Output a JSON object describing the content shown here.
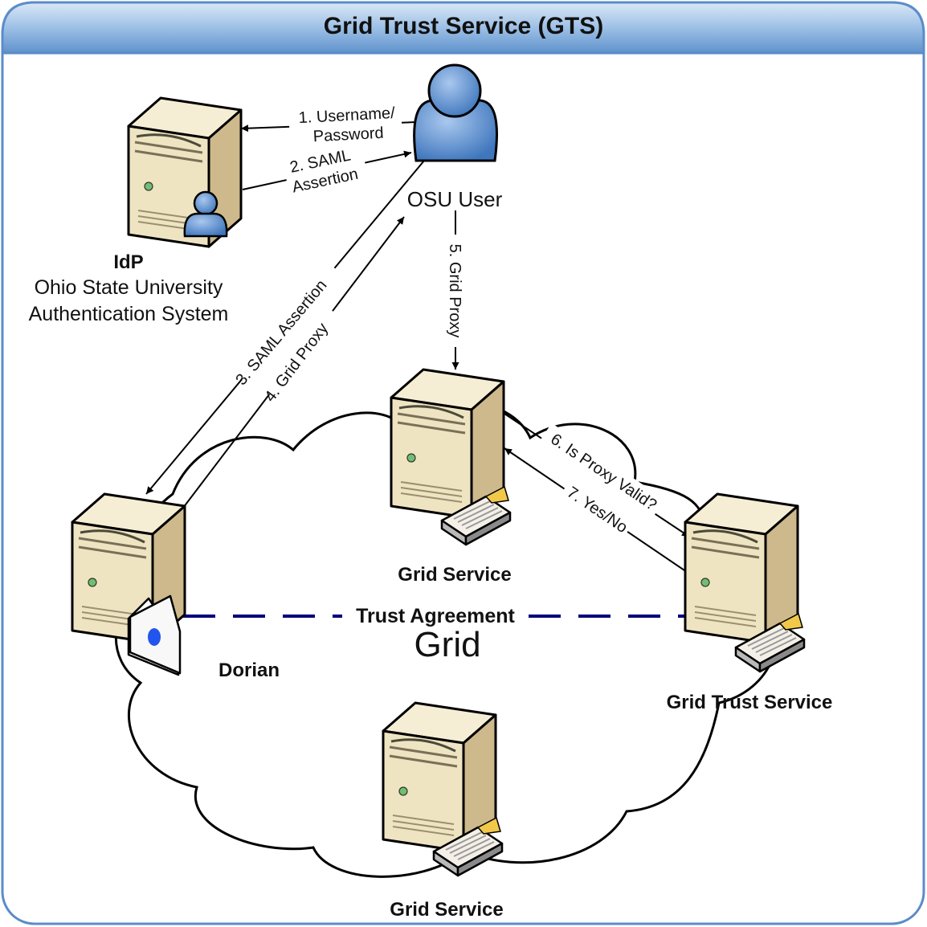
{
  "title": "Grid Trust Service (GTS)",
  "colors": {
    "header_top": "#cfe0f3",
    "header_bottom": "#6f9fd3",
    "frame": "#5b8cc9",
    "server_body": "#efe4c2",
    "server_side": "#d9caa0",
    "user_blue": "#5a8fd0",
    "trust_line": "#00007a",
    "dorian_dot": "#2255ee"
  },
  "nodes": {
    "idp": {
      "name": "IdP",
      "line1": "Ohio State University",
      "line2": "Authentication System",
      "icon": "server-with-user-icon"
    },
    "user": {
      "label": "OSU User",
      "icon": "user-icon"
    },
    "dorian": {
      "label": "Dorian",
      "icon": "server-with-card-icon"
    },
    "grid_service_top": {
      "label": "Grid Service",
      "icon": "server-with-router-icon"
    },
    "grid_service_bottom": {
      "label": "Grid Service",
      "icon": "server-with-router-icon"
    },
    "gts": {
      "label": "Grid Trust Service",
      "icon": "server-with-router-icon"
    }
  },
  "cloud": {
    "label": "Grid"
  },
  "trust": {
    "label": "Trust Agreement"
  },
  "arrows": {
    "a1": {
      "line1": "1. Username/",
      "line2": "Password"
    },
    "a2": {
      "line1": "2. SAML",
      "line2": "Assertion"
    },
    "a3": "3. SAML Assertion",
    "a4": "4. Grid Proxy",
    "a5": "5. Grid Proxy",
    "a6": "6. Is Proxy Valid?",
    "a7": "7. Yes/No"
  }
}
